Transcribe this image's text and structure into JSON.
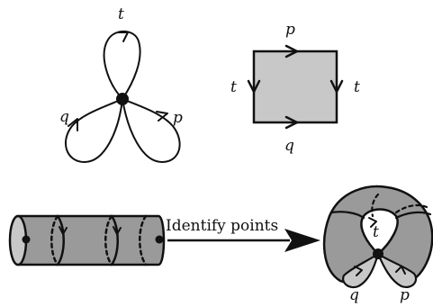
{
  "diagram": {
    "bouquet": {
      "labels": {
        "top": "t",
        "left": "q",
        "right": "p"
      }
    },
    "square": {
      "labels": {
        "top": "p",
        "left": "t",
        "right": "t",
        "bottom": "q"
      }
    },
    "arrow_label": "Identify points",
    "pinched_torus": {
      "labels": {
        "center": "t",
        "bottom_left": "q",
        "bottom_right": "p"
      }
    },
    "colors": {
      "fill_gray": "#c8c8c8",
      "fill_dark": "#9a9a9a",
      "stroke": "#111111"
    }
  }
}
